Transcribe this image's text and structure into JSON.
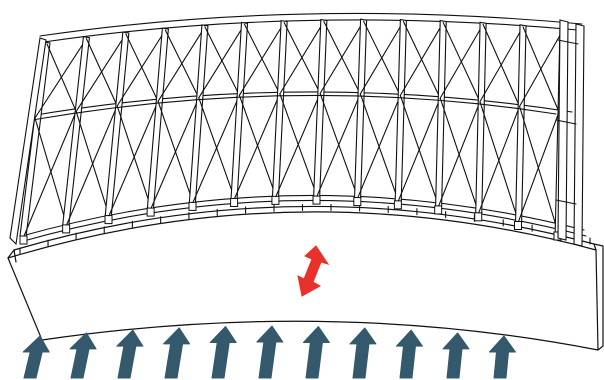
{
  "diagram": {
    "elements": [
      "curved-facade-panel",
      "steel-truss-frame",
      "vertical-movement-arrow",
      "upward-force-arrows"
    ],
    "colors": {
      "line": "#111111",
      "background": "#ffffff",
      "movement_arrow": "#e8312a",
      "force_arrow": "#34596d"
    },
    "truss_bay_count": 13,
    "force_arrow_count": 11,
    "icons": {
      "movement": "double-headed-vertical-arrow",
      "force": "upward-diagonal-arrow"
    }
  }
}
